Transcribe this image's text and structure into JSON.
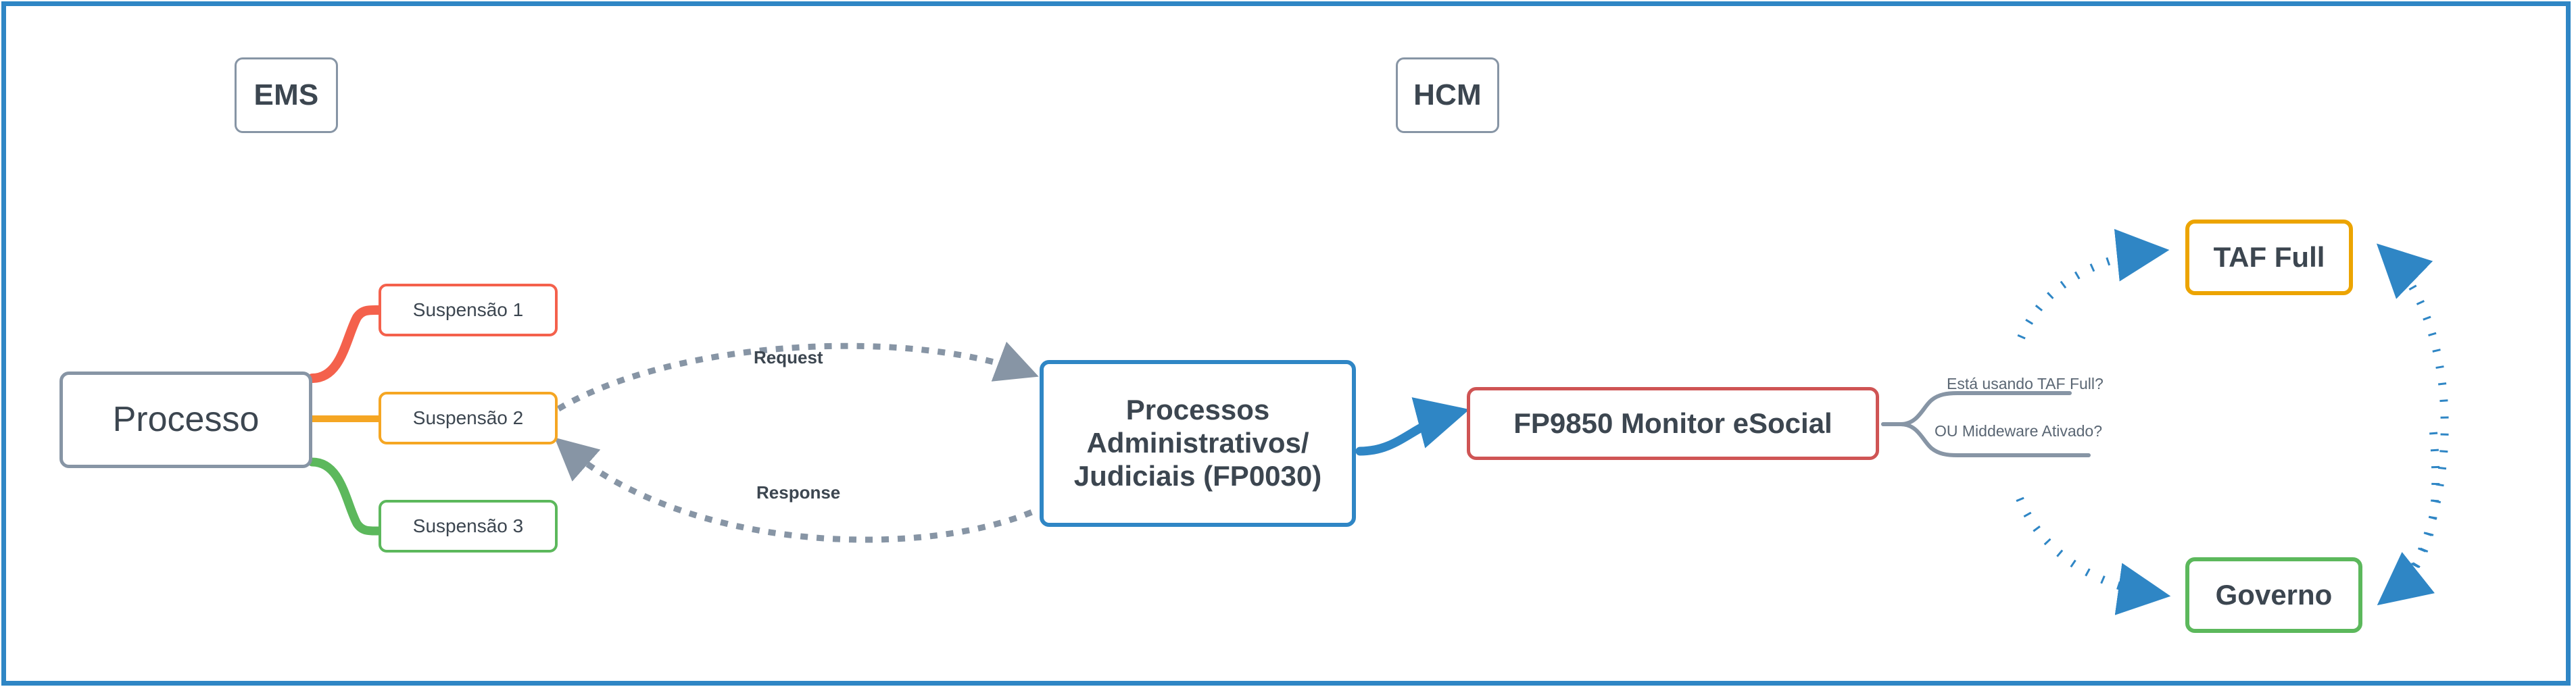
{
  "diagram": {
    "title_text": "",
    "frame_color": "#2f86c5",
    "lanes": [
      {
        "id": "ems",
        "label": "EMS"
      },
      {
        "id": "hcm",
        "label": "HCM"
      }
    ],
    "nodes": [
      {
        "id": "processo",
        "label": "Processo",
        "border_color": "#8795a5"
      },
      {
        "id": "susp1",
        "label": "Suspensão 1",
        "border_color": "#f4614c"
      },
      {
        "id": "susp2",
        "label": "Suspensão 2",
        "border_color": "#f5a623"
      },
      {
        "id": "susp3",
        "label": "Suspensão 3",
        "border_color": "#5cb85c"
      },
      {
        "id": "fp0030",
        "label": "Processos Administrativos/ Judiciais (FP0030)",
        "line1": "Processos",
        "line2": "Administrativos/",
        "line3": "Judiciais (FP0030)",
        "border_color": "#2f86c5"
      },
      {
        "id": "fp9850",
        "label": "FP9850 Monitor eSocial",
        "border_color": "#cf5454"
      },
      {
        "id": "taffull",
        "label": "TAF Full",
        "border_color": "#eca400"
      },
      {
        "id": "governo",
        "label": "Governo",
        "border_color": "#5cb85c"
      }
    ],
    "edges": [
      {
        "id": "req",
        "label": "Request",
        "from": "susp2",
        "to": "fp0030",
        "style": "dotted",
        "color": "#8795a5"
      },
      {
        "id": "resp",
        "label": "Response",
        "from": "fp0030",
        "to": "susp2",
        "style": "dotted",
        "color": "#8795a5"
      },
      {
        "id": "link1",
        "label": "",
        "from": "fp0030",
        "to": "fp9850",
        "style": "solid",
        "color": "#2f86c5"
      },
      {
        "id": "cond1",
        "label": "Está usando TAF Full?",
        "from": "fp9850",
        "to": "taffull",
        "style": "solid",
        "color": "#8795a5"
      },
      {
        "id": "cond2",
        "label": "OU Middeware Ativado?",
        "from": "fp9850",
        "to": "governo",
        "style": "solid",
        "color": "#8795a5"
      },
      {
        "id": "arc1",
        "label": "",
        "from": "cond1",
        "to": "taffull",
        "style": "dotted",
        "color": "#2f86c5"
      },
      {
        "id": "arc2",
        "label": "",
        "from": "cond2",
        "to": "governo",
        "style": "dotted",
        "color": "#2f86c5"
      },
      {
        "id": "arc3",
        "label": "",
        "from": "governo",
        "to": "taffull",
        "style": "dotted",
        "color": "#2f86c5"
      },
      {
        "id": "arc4",
        "label": "",
        "from": "taffull",
        "to": "governo",
        "style": "dotted",
        "color": "#2f86c5"
      }
    ],
    "branch_colors": {
      "susp1": "#f4614c",
      "susp2": "#f5a623",
      "susp3": "#5cb85c"
    }
  }
}
